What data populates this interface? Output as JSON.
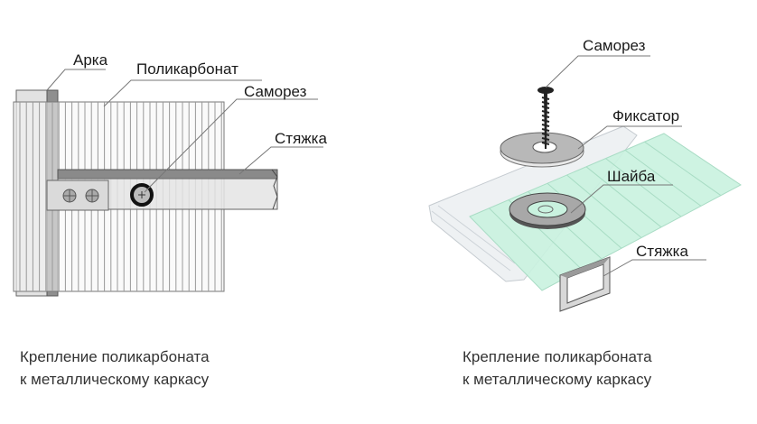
{
  "left_diagram": {
    "labels": {
      "arch": "Арка",
      "polycarbonate": "Поликарбонат",
      "screw": "Саморез",
      "tie": "Стяжка"
    },
    "caption": [
      "Крепление поликарбоната",
      "к металлическому каркасу"
    ]
  },
  "right_diagram": {
    "labels": {
      "screw": "Саморез",
      "fixator": "Фиксатор",
      "washer": "Шайба",
      "tie": "Стяжка"
    },
    "caption": [
      "Крепление поликарбоната",
      "к металлическому каркасу"
    ]
  },
  "colors": {
    "sheet_green": "#c9f2df",
    "sheet_clear": "#eef1f3",
    "metal": "#cfcfcf",
    "metal_dark": "#8a8a8a"
  }
}
